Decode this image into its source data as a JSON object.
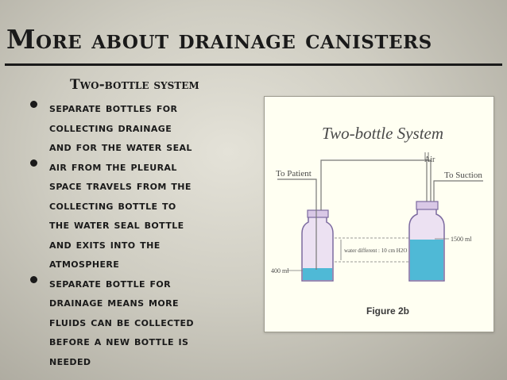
{
  "slide": {
    "title": "More about drainage canisters",
    "subtitle": "Two-bottle system"
  },
  "bullets": [
    {
      "lines": [
        "separate bottles for",
        "collecting drainage",
        "and for the water seal"
      ]
    },
    {
      "lines": [
        "air from the pleural",
        "space travels from the",
        "collecting bottle to",
        "the water seal bottle",
        "and exits into the",
        "atmosphere"
      ]
    },
    {
      "lines": [
        "separate bottle for",
        "drainage means more",
        "fluids can be collected",
        "before a new bottle is",
        "needed"
      ]
    }
  ],
  "figure": {
    "title": "Two-bottle System",
    "label_patient": "To Patient",
    "label_air": "Air",
    "label_suction": "To Suction",
    "label_volume_right": "1500 ml",
    "label_water_diff": "water different : 10 cm H2O",
    "label_volume_left": "400 ml",
    "caption": "Figure  2b",
    "colors": {
      "water": "#4fb9d6",
      "bottle": "#d9c8e6",
      "outline": "#7c6aa0"
    }
  }
}
